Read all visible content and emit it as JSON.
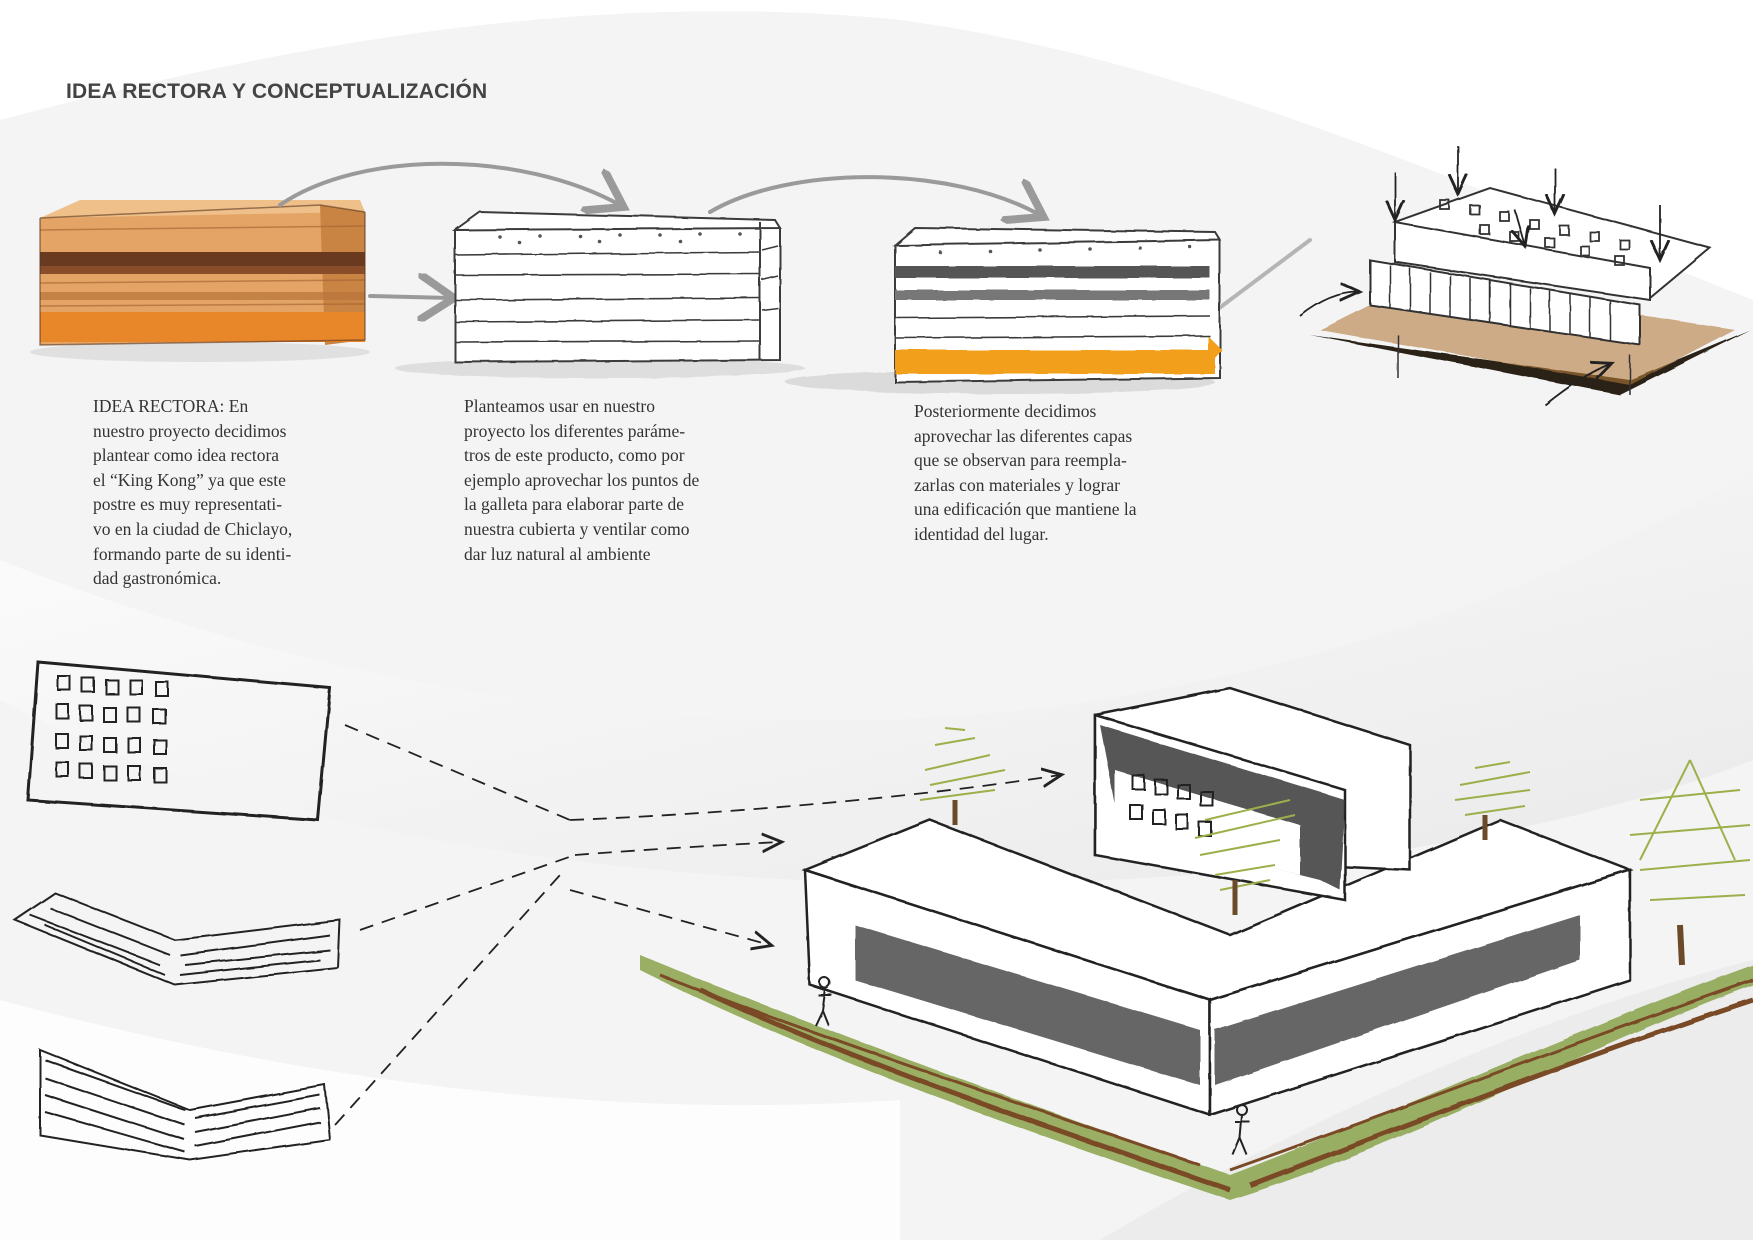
{
  "title": "IDEA RECTORA Y CONCEPTUALIZACIÓN",
  "paragraphs": {
    "p1": [
      "IDEA RECTORA: En",
      "nuestro proyecto decidimos",
      "plantear como idea rectora",
      "el “King Kong” ya que este",
      "postre es muy representati-",
      "vo en la ciudad de Chiclayo,",
      "formando parte de su identi-",
      "dad gastronómica."
    ],
    "p2": [
      "Planteamos usar en nuestro",
      "proyecto los diferentes paráme-",
      "tros de este producto, como por",
      "ejemplo aprovechar los puntos de",
      "la galleta para elaborar parte de",
      "nuestra cubierta y ventilar como",
      "dar luz natural al ambiente"
    ],
    "p3": [
      "Posteriormente decidimos",
      "aprovechar las diferentes capas",
      "que se observan para reempla-",
      "zarlas con materiales y lograr",
      "una edificación que mantiene la",
      "identidad del lugar."
    ]
  },
  "colors": {
    "background": "#f4f4f4",
    "sketch_stroke": "#333333",
    "pastry_light": "#e3a465",
    "pastry_dark": "#6a3a20",
    "pastry_orange": "#e8862a",
    "accent_yellow": "#f2a01a",
    "grass_green": "#8aa24a",
    "soil_brown": "#7a4a28",
    "tree_green": "#9bb04a"
  }
}
